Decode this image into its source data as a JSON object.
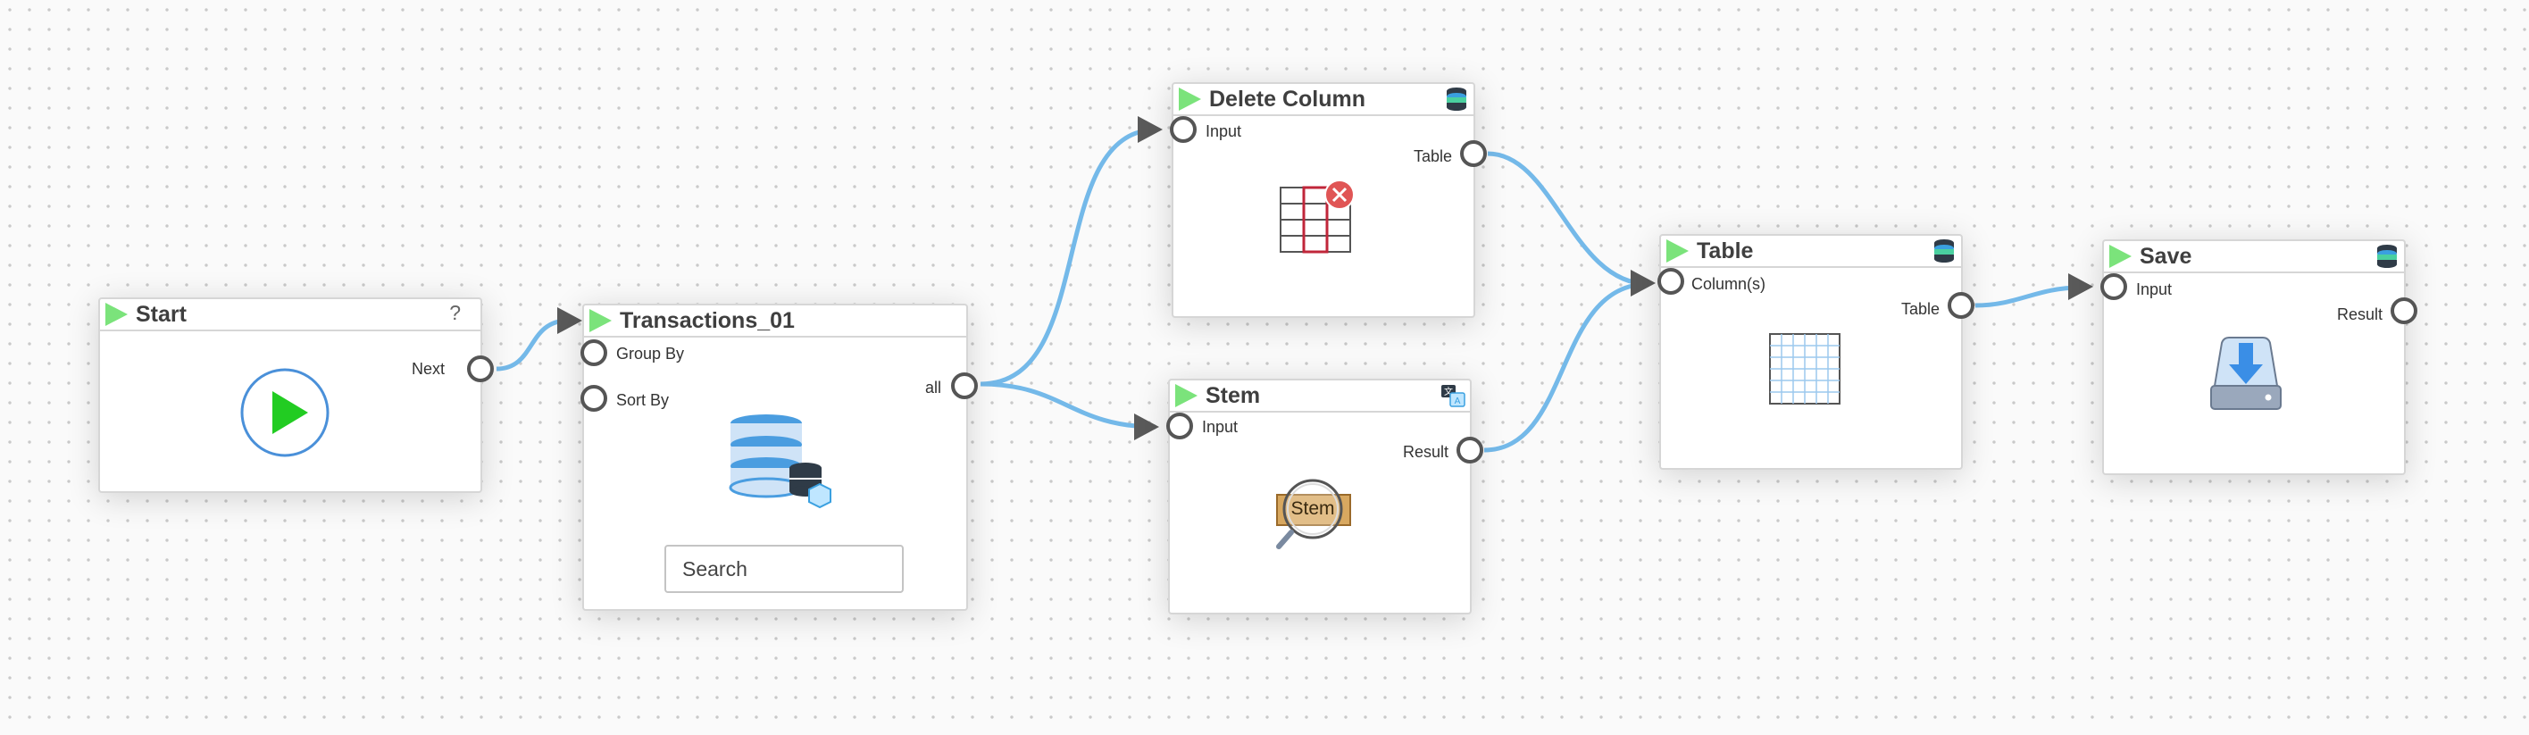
{
  "nodes": {
    "start": {
      "title": "Start",
      "help": "?",
      "outputs": [
        "Next"
      ]
    },
    "transactions": {
      "title": "Transactions_01",
      "inputs": [
        "Group By",
        "Sort By"
      ],
      "outputs": [
        "all"
      ],
      "search_placeholder": "Search"
    },
    "delete_column": {
      "title": "Delete Column",
      "inputs": [
        "Input"
      ],
      "outputs": [
        "Table"
      ]
    },
    "stem": {
      "title": "Stem",
      "inputs": [
        "Input"
      ],
      "outputs": [
        "Result"
      ],
      "illustration_label": "Stem"
    },
    "table": {
      "title": "Table",
      "inputs": [
        "Column(s)"
      ],
      "outputs": [
        "Table"
      ]
    },
    "save": {
      "title": "Save",
      "inputs": [
        "Input"
      ],
      "outputs": [
        "Result"
      ]
    }
  },
  "icons": {
    "run": "run-triangle-icon",
    "database": "database-icon",
    "nlp": "nlp-tool-icon"
  },
  "colors": {
    "run_green": "#7be37b",
    "wire_blue": "#74b9e9",
    "port_border": "#555555",
    "delete_red": "#e05555"
  }
}
